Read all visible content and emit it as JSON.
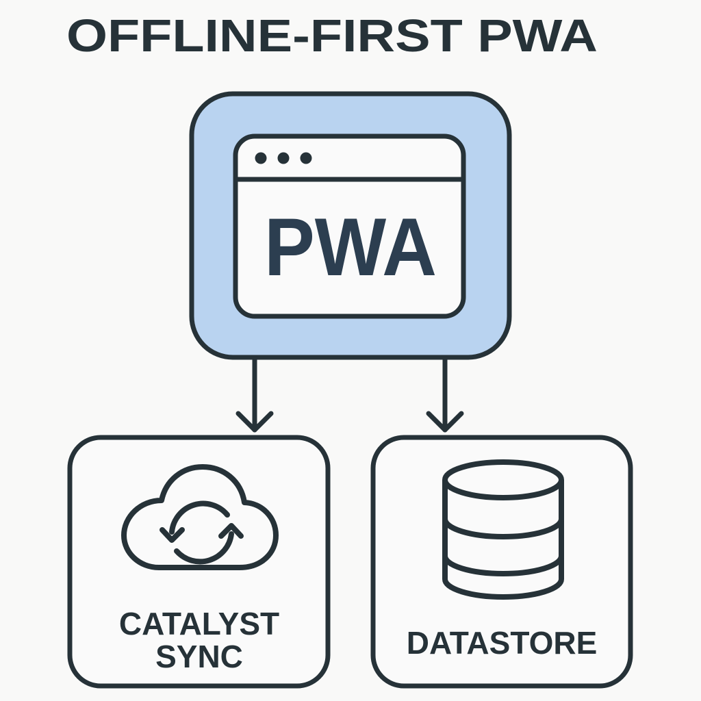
{
  "title": "OFFLINE-FIRST PWA",
  "pwa_box": {
    "label": "PWA"
  },
  "sync_box": {
    "line1": "CATALYST",
    "line2": "SYNC",
    "icon": "cloud-sync-icon"
  },
  "datastore_box": {
    "label": "DATASTORE",
    "icon": "database-icon"
  },
  "colors": {
    "background": "#f9f9f8",
    "stroke": "#263238",
    "pwa_fill": "#b9d3f0",
    "text": "#263238",
    "pwa_text": "#2c3e50"
  }
}
